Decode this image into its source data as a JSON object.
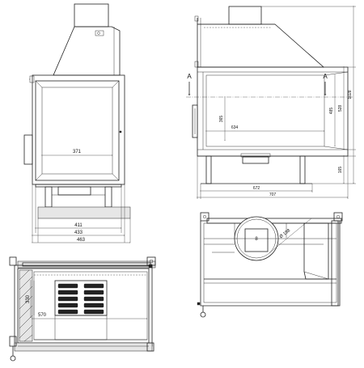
{
  "drawing": {
    "front_view": {
      "dim_opening_width": "371",
      "dim_width_1": "411",
      "dim_width_2": "433",
      "dim_width_3": "463"
    },
    "side_view": {
      "section_left": "A",
      "section_right": "A",
      "dim_365": "365",
      "dim_634": "634",
      "dim_485": "485",
      "dim_528": "528",
      "dim_1028": "1028",
      "dim_165": "165",
      "dim_672": "672",
      "dim_707": "707"
    },
    "plan_view": {
      "dim_330": "330",
      "dim_570": "570"
    },
    "section_view": {
      "dim_flue": "Ø 198",
      "flue_mark": "8"
    }
  }
}
